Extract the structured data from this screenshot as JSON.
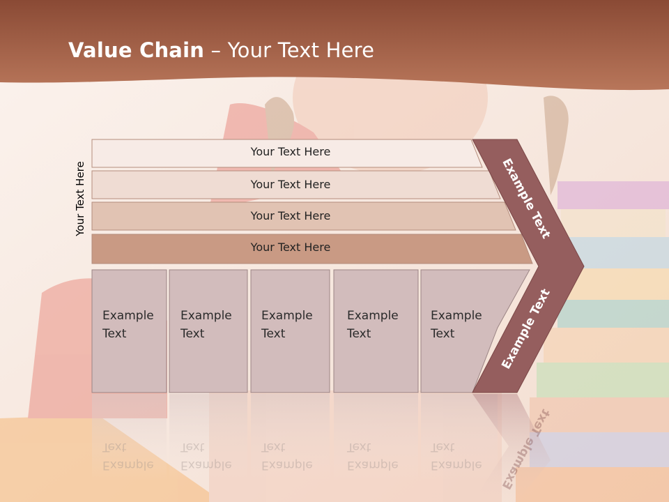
{
  "slide": {
    "title_bold": "Value Chain",
    "title_rest": " – Your Text Here",
    "side_label": "Your Text Here"
  },
  "rows": [
    {
      "label": "Your Text Here",
      "color": "#f7ebe6"
    },
    {
      "label": "Your Text Here",
      "color": "#efdcd3"
    },
    {
      "label": "Your Text Here",
      "color": "#e1c3b3"
    },
    {
      "label": "Your Text Here",
      "color": "#c99a84"
    }
  ],
  "boxes": [
    {
      "line1": "Example",
      "line2": "Text"
    },
    {
      "line1": "Example",
      "line2": "Text"
    },
    {
      "line1": "Example",
      "line2": "Text"
    },
    {
      "line1": "Example",
      "line2": "Text"
    },
    {
      "line1": "Example",
      "line2": "Text"
    }
  ],
  "chevron": {
    "upper_label": "Example Text",
    "lower_label": "Example Text",
    "color": "#955e5e"
  },
  "colors": {
    "banner": "#9d5a42",
    "box_fill": "#d2bcbc"
  }
}
